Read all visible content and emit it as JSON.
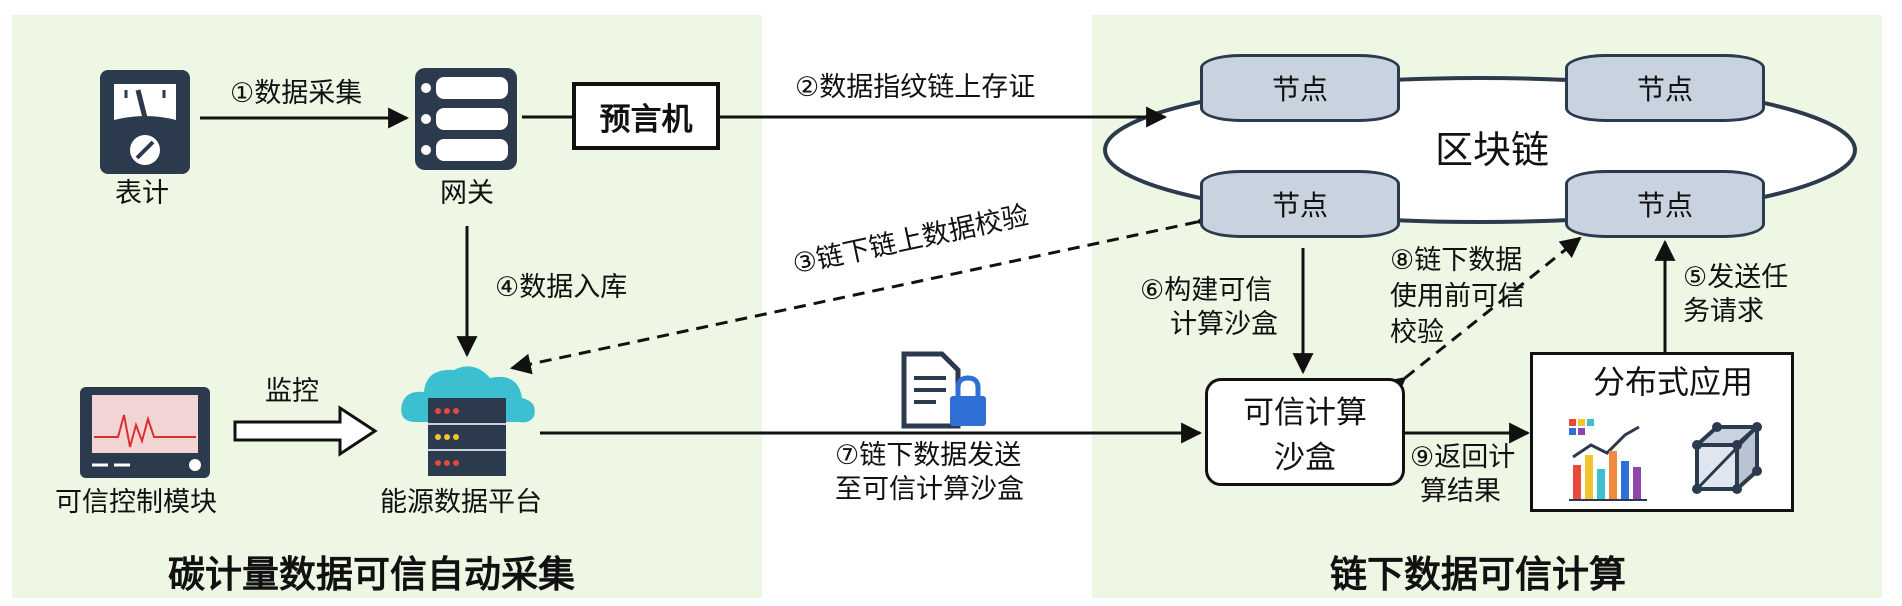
{
  "sections": {
    "left_title": "碳计量数据可信自动采集",
    "right_title": "链下数据可信计算"
  },
  "components": {
    "meter": "表计",
    "gateway": "网关",
    "oracle": "预言机",
    "trusted_control": "可信控制模块",
    "energy_platform": "能源数据平台",
    "blockchain": "区块链",
    "node": "节点",
    "sandbox_line1": "可信计算",
    "sandbox_line2": "沙盒",
    "distributed_app": "分布式应用"
  },
  "steps": {
    "s1": "①数据采集",
    "s2": "②数据指纹链上存证",
    "s3": "③链下链上数据校验",
    "s4": "④数据入库",
    "s5_line1": "⑤发送任",
    "s5_line2": "务请求",
    "s6_line1": "⑥构建可信",
    "s6_line2": "计算沙盒",
    "s7_line1": "⑦链下数据发送",
    "s7_line2": "至可信计算沙盒",
    "s8_line1": "⑧链下数据",
    "s8_line2": "使用前可信",
    "s8_line3": "校验",
    "s9_line1": "⑨返回计",
    "s9_line2": "算结果",
    "monitor": "监控"
  },
  "icons": [
    "meter-icon",
    "server-icon",
    "monitor-icon",
    "cloud-server-icon",
    "locked-document-icon",
    "bar-chart-icon",
    "cube-icon"
  ],
  "colors": {
    "panel_bg": "#eef6e4",
    "node_fill": "#c9d3e0",
    "outline": "#2b3a4d",
    "cloud": "#3bbfd1",
    "lock": "#2f6fd6"
  }
}
